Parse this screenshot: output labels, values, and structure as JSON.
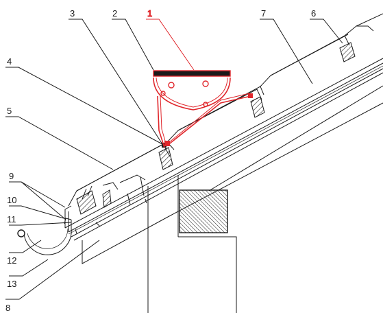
{
  "callouts": {
    "c1": "1",
    "c2": "2",
    "c3": "3",
    "c4": "4",
    "c5": "5",
    "c6": "6",
    "c7": "7",
    "c8": "8",
    "c9": "9",
    "c10": "10",
    "c11": "11",
    "c12": "12",
    "c13": "13"
  },
  "colors": {
    "highlight": "#e0262b",
    "line": "#1a1a1a",
    "background": "#ffffff"
  }
}
